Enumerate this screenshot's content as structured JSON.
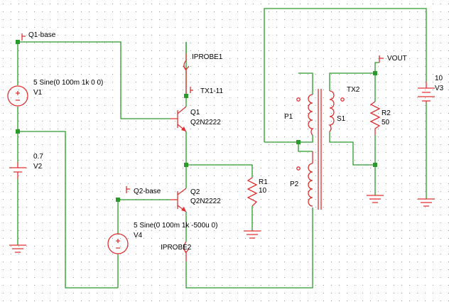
{
  "colors": {
    "wire": "#2a9a2a",
    "component": "#e03030",
    "grid_dot": "#9a9a9a",
    "text": "#000000"
  },
  "nodes": {
    "q1_base": "Q1-base",
    "q2_base": "Q2-base",
    "tx1": "TX1-11",
    "vout": "VOUT"
  },
  "components": {
    "v1": {
      "ref": "V1",
      "value": "5 Sine(0 100m 1k 0 0)"
    },
    "v2": {
      "ref": "V2",
      "value": "0.7"
    },
    "v3": {
      "ref": "V3",
      "value": "10"
    },
    "v4": {
      "ref": "V4",
      "value": "5 Sine(0 100m 1k -500u 0)"
    },
    "q1": {
      "ref": "Q1",
      "model": "Q2N2222"
    },
    "q2": {
      "ref": "Q2",
      "model": "Q2N2222"
    },
    "r1": {
      "ref": "R1",
      "value": "10"
    },
    "r2": {
      "ref": "R2",
      "value": "50"
    },
    "iprobe1": {
      "ref": "IPROBE1"
    },
    "iprobe2": {
      "ref": "IPROBE2"
    },
    "tx2": {
      "ref": "TX2",
      "p1": "P1",
      "p2": "P2",
      "s1": "S1"
    }
  }
}
